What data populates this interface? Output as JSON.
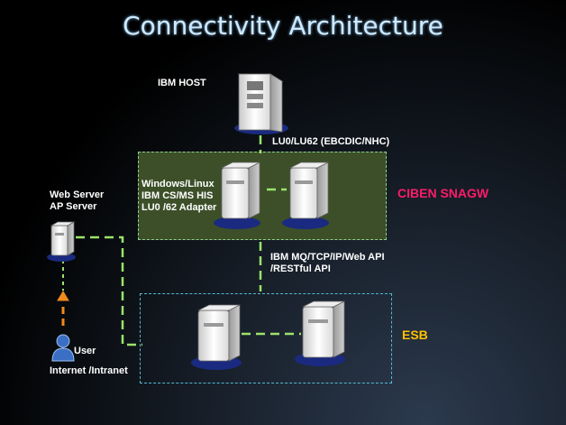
{
  "title": "Connectivity Architecture",
  "nodes": {
    "ibm_host": "IBM HOST",
    "web_server": [
      "Web Server",
      "AP Server"
    ],
    "user": "User",
    "network": "Internet /Intranet"
  },
  "snagw": {
    "name": "CIBEN SNAGW",
    "adapter_lines": [
      "Windows/Linux",
      "IBM CS/MS HIS",
      "LU0 /62 Adapter"
    ]
  },
  "esb": {
    "name": "ESB"
  },
  "links": {
    "host_protocol": "LU0/LU62 (EBCDIC/NHC)",
    "esb_protocol": [
      "IBM MQ/TCP/IP/Web API",
      "/RESTful API"
    ]
  },
  "colors": {
    "snagw_label": "#ff1b6b",
    "esb_label": "#ffc000",
    "snagw_fill": "#3c4f29",
    "esb_border": "#53b9d2",
    "link_green": "#9be36a",
    "user_arrow": "#f08a1d"
  }
}
